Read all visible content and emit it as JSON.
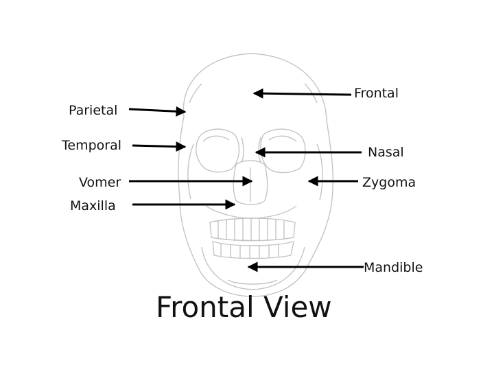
{
  "labels": {
    "frontal": "Frontal",
    "parietal": "Parietal",
    "temporal": "Temporal",
    "nasal": "Nasal",
    "vomer": "Vomer",
    "zygoma": "Zygoma",
    "maxilla": "Maxilla",
    "mandible": "Mandible"
  },
  "caption": "Frontal View",
  "colors": {
    "arrow": "#000000",
    "skull_outline": "#c9c9c9"
  }
}
